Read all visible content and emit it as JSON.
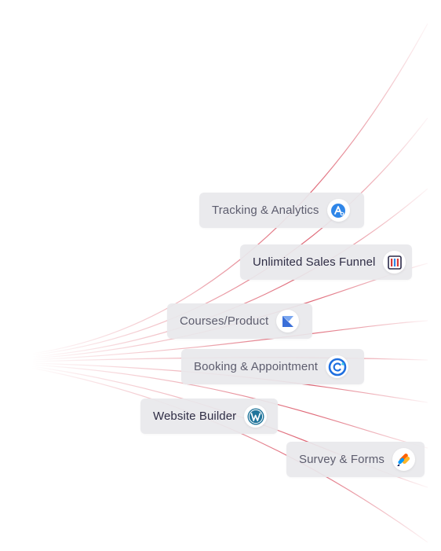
{
  "integrations": [
    {
      "label": "Tracking & Analytics",
      "icon": "analytics-icon",
      "accent": "#2f86e8"
    },
    {
      "label": "Unlimited Sales Funnel",
      "icon": "clickfunnels-icon",
      "accent": "#d63a3a"
    },
    {
      "label": "Courses/Product",
      "icon": "course-platform-icon",
      "accent": "#3a6fd8"
    },
    {
      "label": "Booking & Appointment",
      "icon": "calendly-icon",
      "accent": "#1f6fe0"
    },
    {
      "label": "Website Builder",
      "icon": "wordpress-icon",
      "accent": "#21759b"
    },
    {
      "label": "Survey & Forms",
      "icon": "jotform-icon",
      "accent": "#ff6100"
    }
  ],
  "colors": {
    "line": "#d94a5c",
    "pill_background": "#e8e8ec",
    "text": "#5d5d6e"
  }
}
